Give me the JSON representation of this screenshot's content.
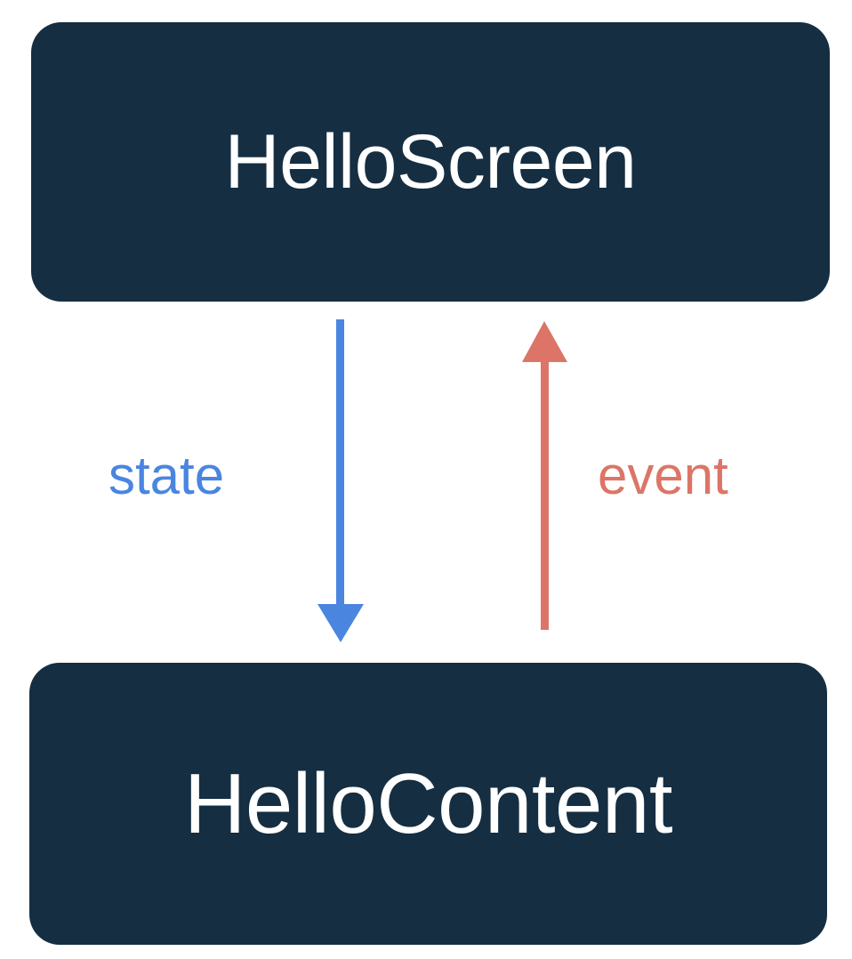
{
  "diagram": {
    "type": "unidirectional-data-flow",
    "background_color": "#ffffff",
    "nodes": [
      {
        "id": "hello-screen",
        "label": "HelloScreen",
        "fill_color": "#152e42",
        "text_color": "#ffffff",
        "shape": "rounded-rectangle"
      },
      {
        "id": "hello-content",
        "label": "HelloContent",
        "fill_color": "#152e42",
        "text_color": "#ffffff",
        "shape": "rounded-rectangle"
      }
    ],
    "edges": [
      {
        "id": "state-edge",
        "label": "state",
        "color": "#4a85e0",
        "from": "hello-screen",
        "to": "hello-content",
        "direction": "down",
        "arrowhead": "down-triangle"
      },
      {
        "id": "event-edge",
        "label": "event",
        "color": "#dc7567",
        "from": "hello-content",
        "to": "hello-screen",
        "direction": "up",
        "arrowhead": "up-triangle"
      }
    ]
  }
}
